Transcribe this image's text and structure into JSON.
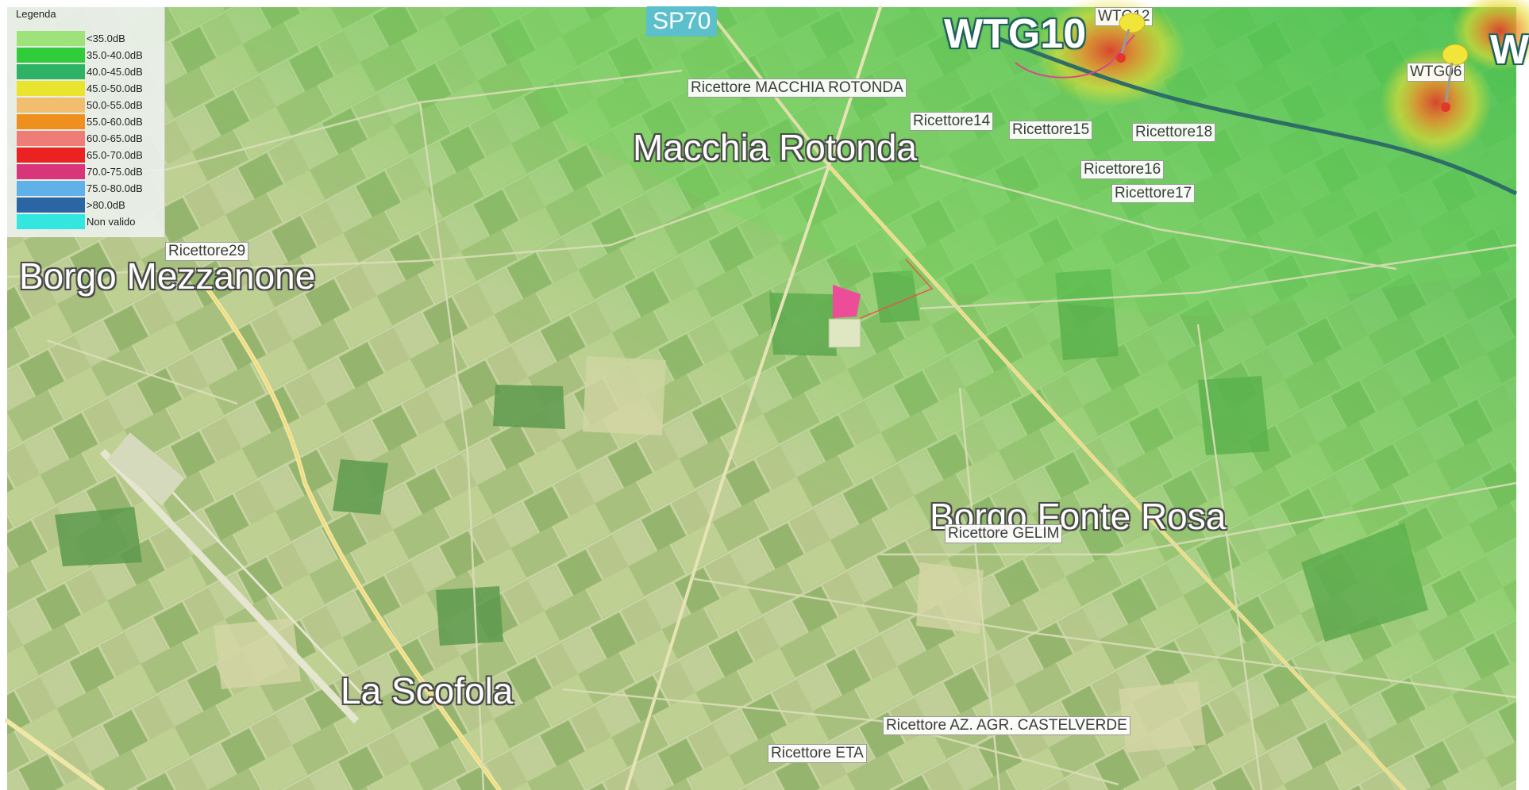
{
  "legend": {
    "title": "Legenda",
    "items": [
      {
        "label": "<35.0dB",
        "color": "#9ee27a"
      },
      {
        "label": "35.0-40.0dB",
        "color": "#30cc3c"
      },
      {
        "label": "40.0-45.0dB",
        "color": "#2eb266"
      },
      {
        "label": "45.0-50.0dB",
        "color": "#e9e52e"
      },
      {
        "label": "50.0-55.0dB",
        "color": "#f0be6e"
      },
      {
        "label": "55.0-60.0dB",
        "color": "#ee8f1e"
      },
      {
        "label": "60.0-65.0dB",
        "color": "#ef7d77"
      },
      {
        "label": "65.0-70.0dB",
        "color": "#ea2222"
      },
      {
        "label": "70.0-75.0dB",
        "color": "#d8357a"
      },
      {
        "label": "75.0-80.0dB",
        "color": "#5fb1e8"
      },
      {
        "label": ">80.0dB",
        "color": "#2a66a3"
      },
      {
        "label": "Non valido",
        "color": "#34e6e0"
      }
    ]
  },
  "places": {
    "macchia_rotonda": "Macchia Rotonda",
    "borgo_mezzanone": "Borgo Mezzanone",
    "borgo_fonte_rosa": "Borgo Fonte Rosa",
    "la_scofola": "La Scofola"
  },
  "road": {
    "label": "SP70"
  },
  "turbines": {
    "wtg10": "WTG10",
    "wtg12": "WTG12",
    "wtg06": "WTG06",
    "partial": "W"
  },
  "receptors": {
    "macchia_rotonda": "Ricettore MACCHIA ROTONDA",
    "r14": "Ricettore14",
    "r15": "Ricettore15",
    "r18": "Ricettore18",
    "r16": "Ricettore16",
    "r17": "Ricettore17",
    "r29": "Ricettore29",
    "gelim": "Ricettore GELIM",
    "castelverde": "Ricettore AZ. AGR. CASTELVERDE",
    "eta": "Ricettore ETA"
  }
}
